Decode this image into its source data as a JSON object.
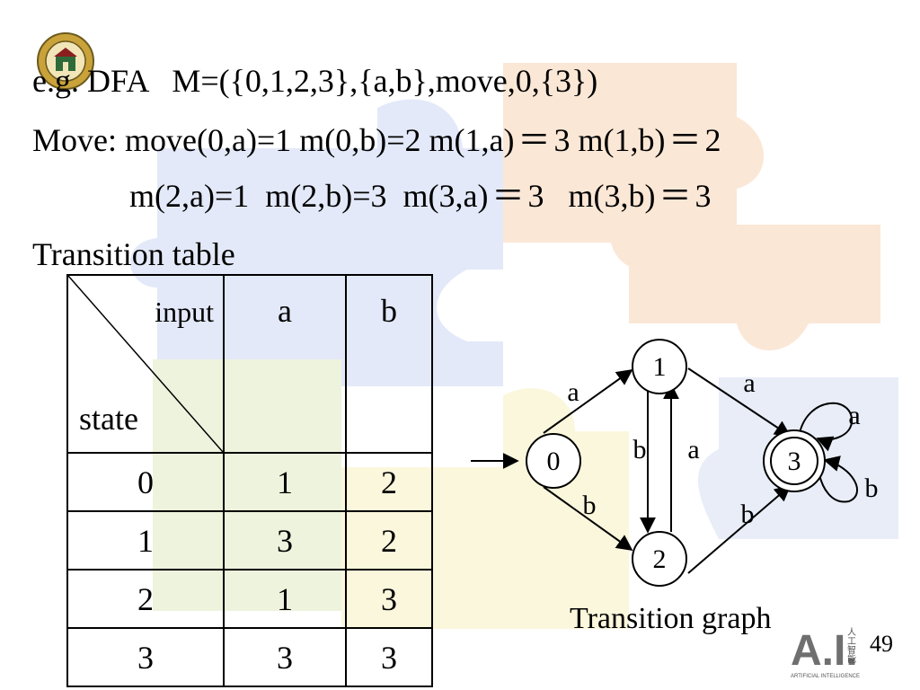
{
  "slide": {
    "line1": "e.g. DFA   M=({0,1,2,3},{a,b},move,0,{3})",
    "line2_a": "Move: move(0,a)=1 m(0,b)=2 m(1,a)",
    "line2_b": "3 m(1,b)",
    "line2_c": "2",
    "line3_a": "m(2,a)=1  m(2,b)=3  m(3,a)",
    "line3_b": "3   m(3,b)",
    "line3_c": "3",
    "eq": "＝",
    "table_title": "Transition table",
    "graph_caption": "Transition graph",
    "page_number": "49"
  },
  "table": {
    "header_input": "input",
    "header_state": "state",
    "columns": [
      "a",
      "b"
    ],
    "rows": [
      {
        "state": "0",
        "a": "1",
        "b": "2"
      },
      {
        "state": "1",
        "a": "3",
        "b": "2"
      },
      {
        "state": "2",
        "a": "1",
        "b": "3"
      },
      {
        "state": "3",
        "a": "3",
        "b": "3"
      }
    ]
  },
  "graph": {
    "states": [
      "0",
      "1",
      "2",
      "3"
    ],
    "start_state": "0",
    "accept_states": [
      "3"
    ],
    "edge_labels": {
      "e01": "a",
      "e02": "b",
      "e13": "a",
      "e23": "b",
      "e12": "b",
      "e21": "a",
      "loop_a": "a",
      "loop_b": "b"
    }
  },
  "logo": {
    "ai_text": "A.I.",
    "ai_chars": "人工智能",
    "ai_sub": "ARTIFICIAL INTELLIGENCE"
  },
  "colors": {
    "puzzle_blue": "#e3e9f8",
    "puzzle_orange": "#fbe7d6",
    "puzzle_green": "#eef3dd",
    "puzzle_yellow": "#fbf7dc"
  }
}
